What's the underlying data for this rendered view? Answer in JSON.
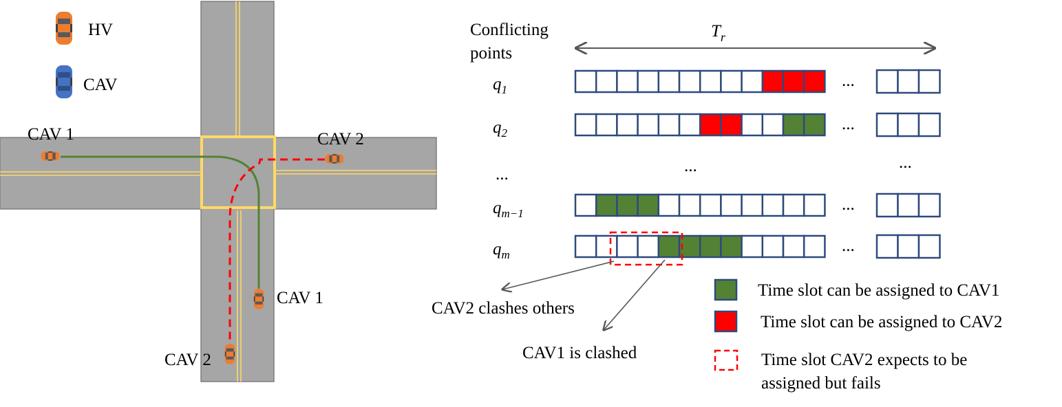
{
  "legend_top": {
    "hv_label": "HV",
    "cav_label": "CAV"
  },
  "intersection": {
    "cav1_west_label": "CAV 1",
    "cav2_east_label": "CAV 2",
    "cav1_south_label": "CAV 1",
    "cav2_south_label": "CAV 2"
  },
  "timeline": {
    "conflict_header_line1": "Conflicting",
    "conflict_header_line2": "points",
    "span_label_base": "T",
    "span_label_sub": "r",
    "ellipsis": "...",
    "rows": [
      {
        "label_base": "q",
        "label_sub": "1",
        "slots_main": [
          "e",
          "e",
          "e",
          "e",
          "e",
          "e",
          "e",
          "e",
          "e",
          "r",
          "r",
          "r"
        ],
        "slots_tail": [
          "e",
          "e",
          "e"
        ]
      },
      {
        "label_base": "q",
        "label_sub": "2",
        "slots_main": [
          "e",
          "e",
          "e",
          "e",
          "e",
          "e",
          "r",
          "r",
          "e",
          "e",
          "g",
          "g"
        ],
        "slots_tail": [
          "e",
          "e",
          "e"
        ]
      },
      {
        "label_base": "q",
        "label_sub": "m−1",
        "slots_main": [
          "e",
          "g",
          "g",
          "g",
          "e",
          "e",
          "e",
          "e",
          "e",
          "e",
          "e",
          "e"
        ],
        "slots_tail": [
          "e",
          "e",
          "e"
        ]
      },
      {
        "label_base": "q",
        "label_sub": "m",
        "slots_main": [
          "e",
          "e",
          "e",
          "e",
          "g",
          "g",
          "g",
          "g",
          "e",
          "e",
          "e",
          "e"
        ],
        "slots_tail": [
          "e",
          "e",
          "e"
        ]
      }
    ]
  },
  "annotations": {
    "cav2_clashes": "CAV2 clashes others",
    "cav1_clashed": "CAV1 is clashed"
  },
  "legend_right": {
    "green_label": "Time slot can be assigned to CAV1",
    "red_label": "Time slot can be assigned to CAV2",
    "dashed_line1": "Time slot CAV2 expects to be",
    "dashed_line2": "assigned but fails"
  },
  "colors": {
    "road": "#a6a6a6",
    "lane_line": "#ffd966",
    "box": "#ffd966",
    "cav1_path": "#548235",
    "cav2_path": "#ff0000",
    "slot_border": "#2e4a7d",
    "slot_green": "#548235",
    "slot_red": "#ff0000",
    "car_orange": "#ed7d31",
    "car_blue": "#4472c4"
  }
}
